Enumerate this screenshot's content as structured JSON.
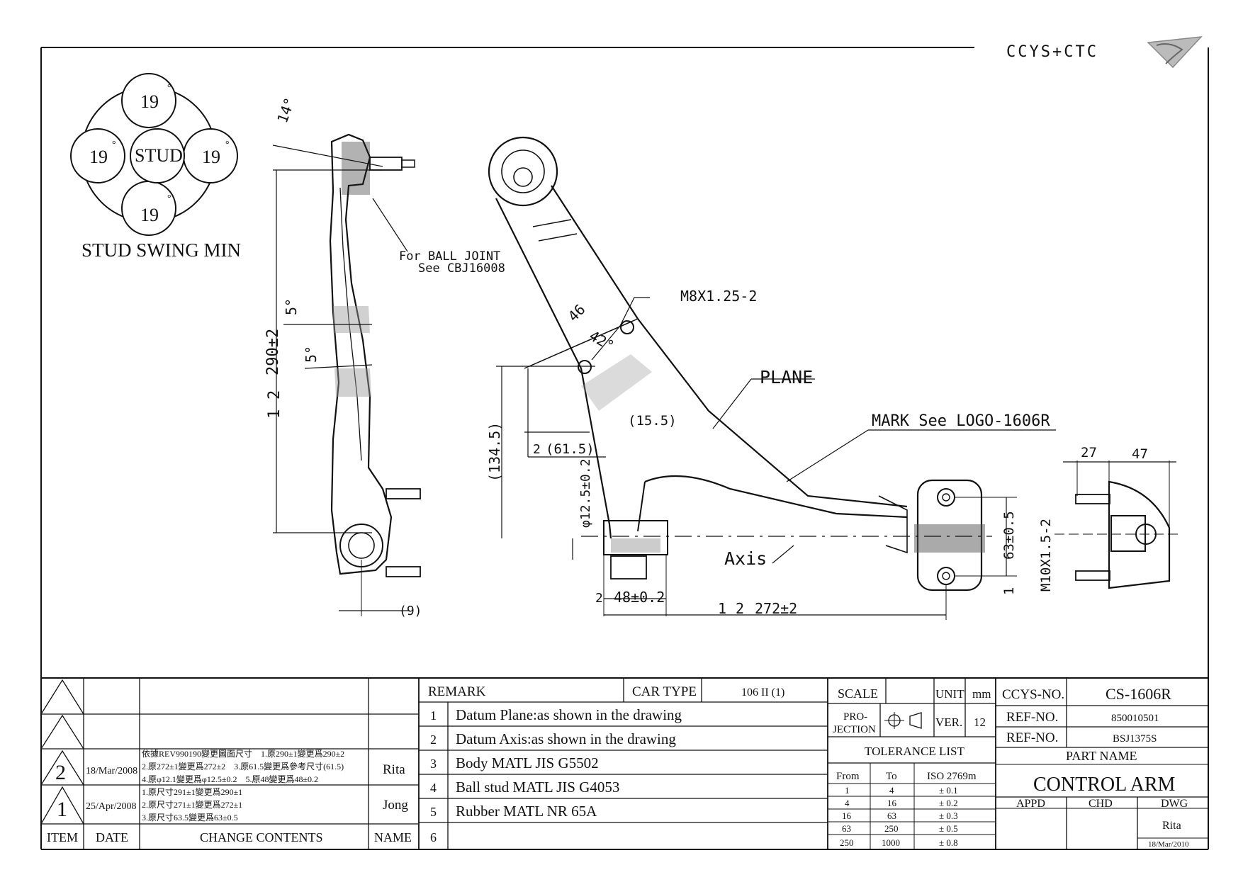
{
  "logo": {
    "text": "CCYS+CTC"
  },
  "swing": {
    "values": [
      "19",
      "19",
      "19",
      "19"
    ],
    "degree": "°",
    "center": "STUD",
    "caption": "STUD SWING MIN"
  },
  "drawing": {
    "side": {
      "angle_top": "14°",
      "angle_mid1": "5°",
      "angle_mid2": "5°",
      "length": "290±2",
      "note_line1": "For BALL JOINT",
      "note_line2": "See CBJ16008",
      "dim_bottom": "(9)"
    },
    "plan": {
      "m8": "M8X1.25-2",
      "dim46": "46",
      "angle42": "42°",
      "plane": "PLANE",
      "mark": "MARK See LOGO-1606R",
      "dim15": "(15.5)",
      "dim134": "(134.5)",
      "dim61": "(61.5)",
      "dia12": "φ12.5±0.2",
      "axis": "Axis",
      "dim48": "48±0.2",
      "dim272": "272±2",
      "dim63": "63±0.5",
      "m10": "M10X1.5-2"
    },
    "end": {
      "dim27": "27",
      "dim47": "47"
    },
    "datum1": "1",
    "datum2": "2"
  },
  "revisions": {
    "headers": {
      "item": "ITEM",
      "date": "DATE",
      "contents": "CHANGE CONTENTS",
      "name": "NAME"
    },
    "rows": [
      {
        "item": "2",
        "date": "18/Mar/2008",
        "lines": [
          "依據REV990190變更圖面尺寸　1.原290±1變更爲290±2",
          "2.原272±1變更爲272±2　3.原61.5變更爲參考尺寸(61.5)",
          "4.原φ12.1變更爲φ12.5±0.2　5.原48變更爲48±0.2"
        ],
        "name": "Rita"
      },
      {
        "item": "1",
        "date": "25/Apr/2008",
        "lines": [
          "1.原尺寸291±1變更爲290±1",
          "2.原尺寸271±1變更爲272±1",
          "3.原尺寸63.5變更爲63±0.5"
        ],
        "name": "Jong"
      }
    ]
  },
  "remarks": {
    "header": "REMARK",
    "car_type_label": "CAR TYPE",
    "car_type": "106 II (1)",
    "items": [
      {
        "no": "1",
        "text": "Datum Plane:as shown in the drawing"
      },
      {
        "no": "2",
        "text": "Datum Axis:as shown in the drawing"
      },
      {
        "no": "3",
        "text": "Body MATL JIS G5502"
      },
      {
        "no": "4",
        "text": "Ball stud MATL JIS G4053"
      },
      {
        "no": "5",
        "text": "Rubber MATL NR 65A"
      },
      {
        "no": "6",
        "text": ""
      }
    ]
  },
  "scale_block": {
    "scale": "SCALE",
    "unit": "UNIT",
    "unit_val": "mm",
    "projection1": "PRO-",
    "projection2": "JECTION",
    "ver": "VER.",
    "ver_val": "12"
  },
  "tolerance": {
    "title": "TOLERANCE LIST",
    "headers": [
      "From",
      "To",
      "ISO 2769m"
    ],
    "rows": [
      [
        "1",
        "4",
        "± 0.1"
      ],
      [
        "4",
        "16",
        "± 0.2"
      ],
      [
        "16",
        "63",
        "± 0.3"
      ],
      [
        "63",
        "250",
        "± 0.5"
      ],
      [
        "250",
        "1000",
        "± 0.8"
      ]
    ]
  },
  "title_block": {
    "ccys_label": "CCYS-NO.",
    "ccys_no": "CS-1606R",
    "ref_label": "REF-NO.",
    "ref_no": "850010501",
    "ref_label2": "REF-NO.",
    "ref_no2": "BSJ1375S",
    "part_name_label": "PART NAME",
    "part_name": "CONTROL ARM",
    "appd": "APPD",
    "chd": "CHD",
    "dwg": "DWG",
    "drawn_by": "Rita",
    "date": "18/Mar/2010"
  }
}
